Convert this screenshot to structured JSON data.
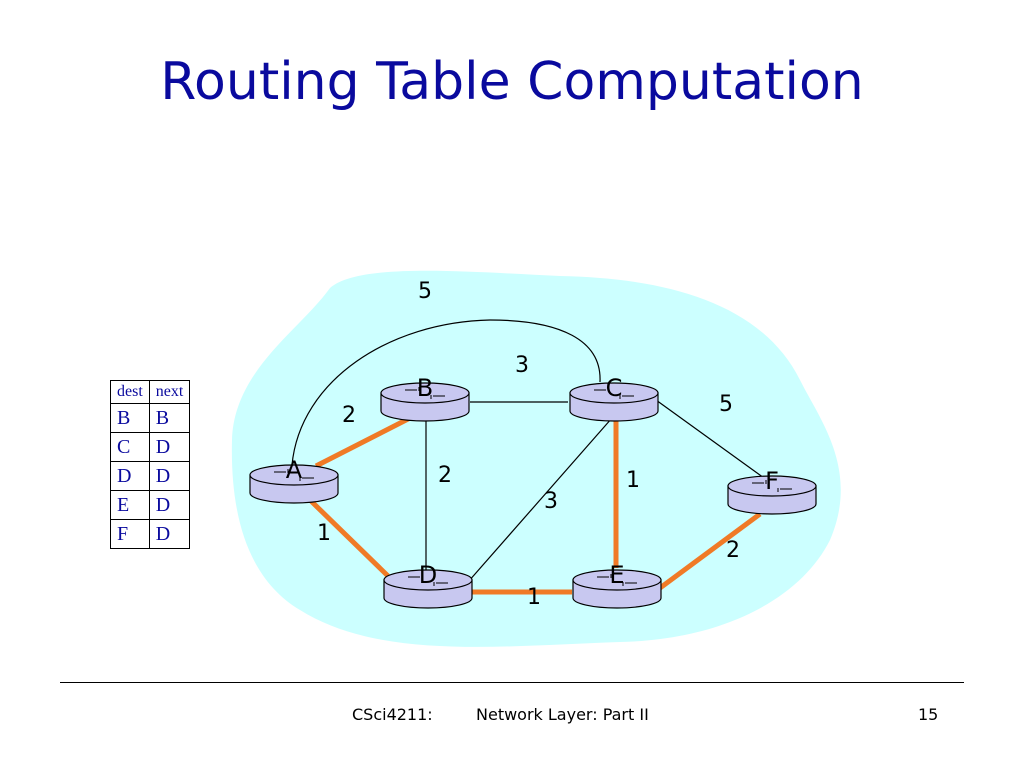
{
  "slide": {
    "title": "Routing Table Computation",
    "footer": {
      "course": "CSci4211:",
      "topic": "Network Layer: Part II",
      "page": "15"
    }
  },
  "routing_table": {
    "headers": [
      "dest",
      "next"
    ],
    "rows": [
      [
        "B",
        "B"
      ],
      [
        "C",
        "D"
      ],
      [
        "D",
        "D"
      ],
      [
        "E",
        "D"
      ],
      [
        "F",
        "D"
      ]
    ]
  },
  "network": {
    "nodes": [
      "A",
      "B",
      "C",
      "D",
      "E",
      "F"
    ],
    "links": [
      {
        "from": "A",
        "to": "B",
        "cost": "2",
        "in_tree": true
      },
      {
        "from": "A",
        "to": "D",
        "cost": "1",
        "in_tree": true
      },
      {
        "from": "A",
        "to": "C",
        "cost": "5",
        "in_tree": false
      },
      {
        "from": "B",
        "to": "C",
        "cost": "3",
        "in_tree": false
      },
      {
        "from": "B",
        "to": "D",
        "cost": "2",
        "in_tree": false
      },
      {
        "from": "C",
        "to": "D",
        "cost": "3",
        "in_tree": false
      },
      {
        "from": "C",
        "to": "E",
        "cost": "1",
        "in_tree": true
      },
      {
        "from": "C",
        "to": "F",
        "cost": "5",
        "in_tree": false
      },
      {
        "from": "D",
        "to": "E",
        "cost": "1",
        "in_tree": true
      },
      {
        "from": "E",
        "to": "F",
        "cost": "2",
        "in_tree": true
      }
    ]
  },
  "colors": {
    "title": "#0a0a9e",
    "cloud": "#ccffff",
    "tree_link": "#f07a26",
    "link": "#000000",
    "router_fill": "#c8c8f0"
  }
}
